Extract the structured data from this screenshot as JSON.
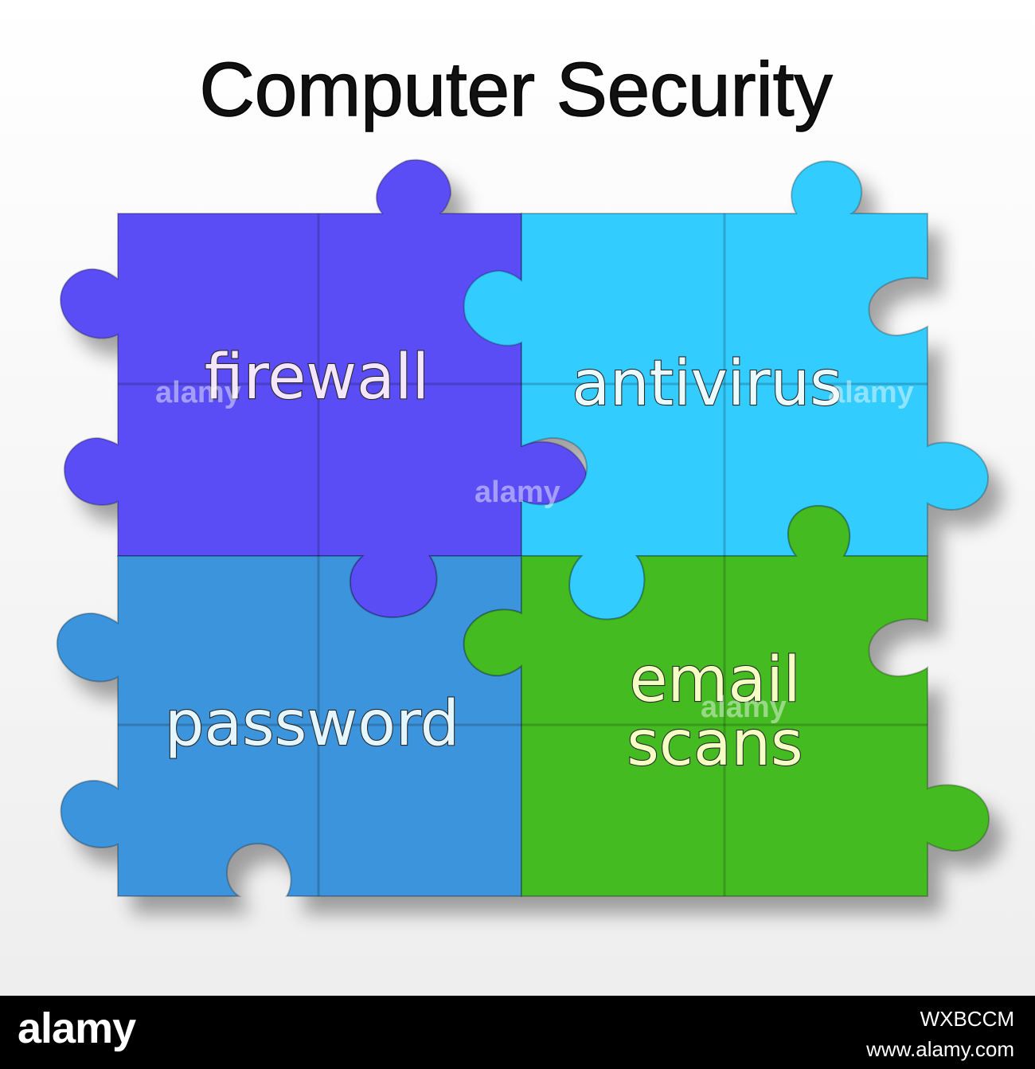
{
  "title": "Computer Security",
  "pieces": [
    {
      "label_lines": [
        "firewall"
      ],
      "color": "#5a4ef6",
      "text_color": "#f4e6ff"
    },
    {
      "label_lines": [
        "antivirus"
      ],
      "color": "#33ccff",
      "text_color": "#eafcff"
    },
    {
      "label_lines": [
        "password"
      ],
      "color": "#3a94dc",
      "text_color": "#e4f6ff"
    },
    {
      "label_lines": [
        "email",
        "scans"
      ],
      "color": "#44bb22",
      "text_color": "#f4ffc4"
    }
  ],
  "watermark": "alamy",
  "footer": {
    "logo": "alamy",
    "image_id": "WXBCCM",
    "url": "www.alamy.com"
  }
}
